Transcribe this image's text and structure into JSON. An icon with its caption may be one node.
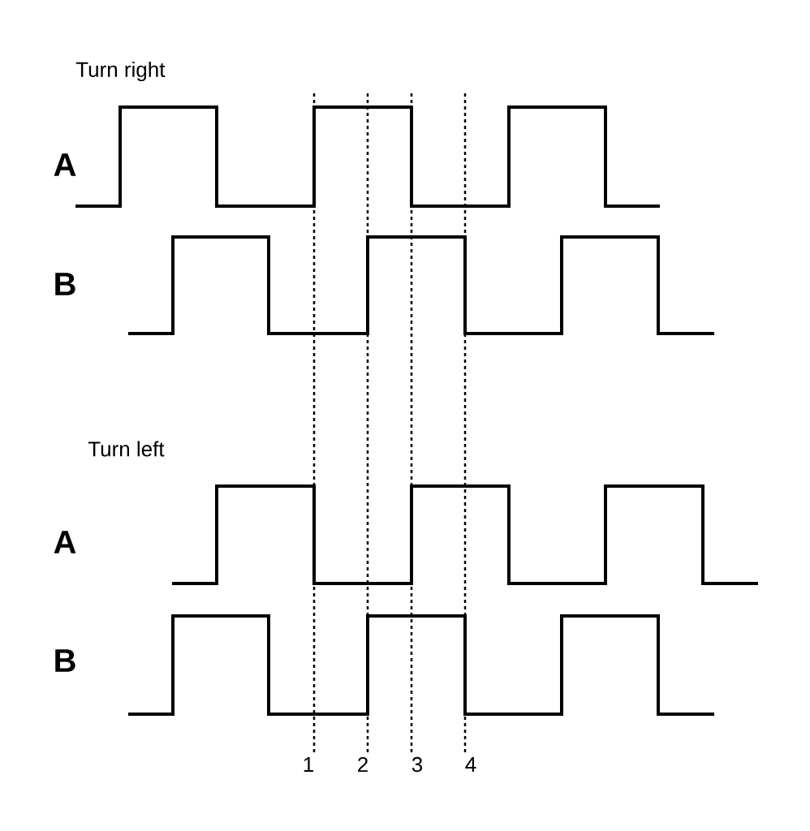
{
  "diagram": {
    "labels": [
      "Turn right",
      "A",
      "B",
      "Turn left",
      "A",
      "B",
      "1",
      "2",
      "3",
      "4"
    ]
  }
}
